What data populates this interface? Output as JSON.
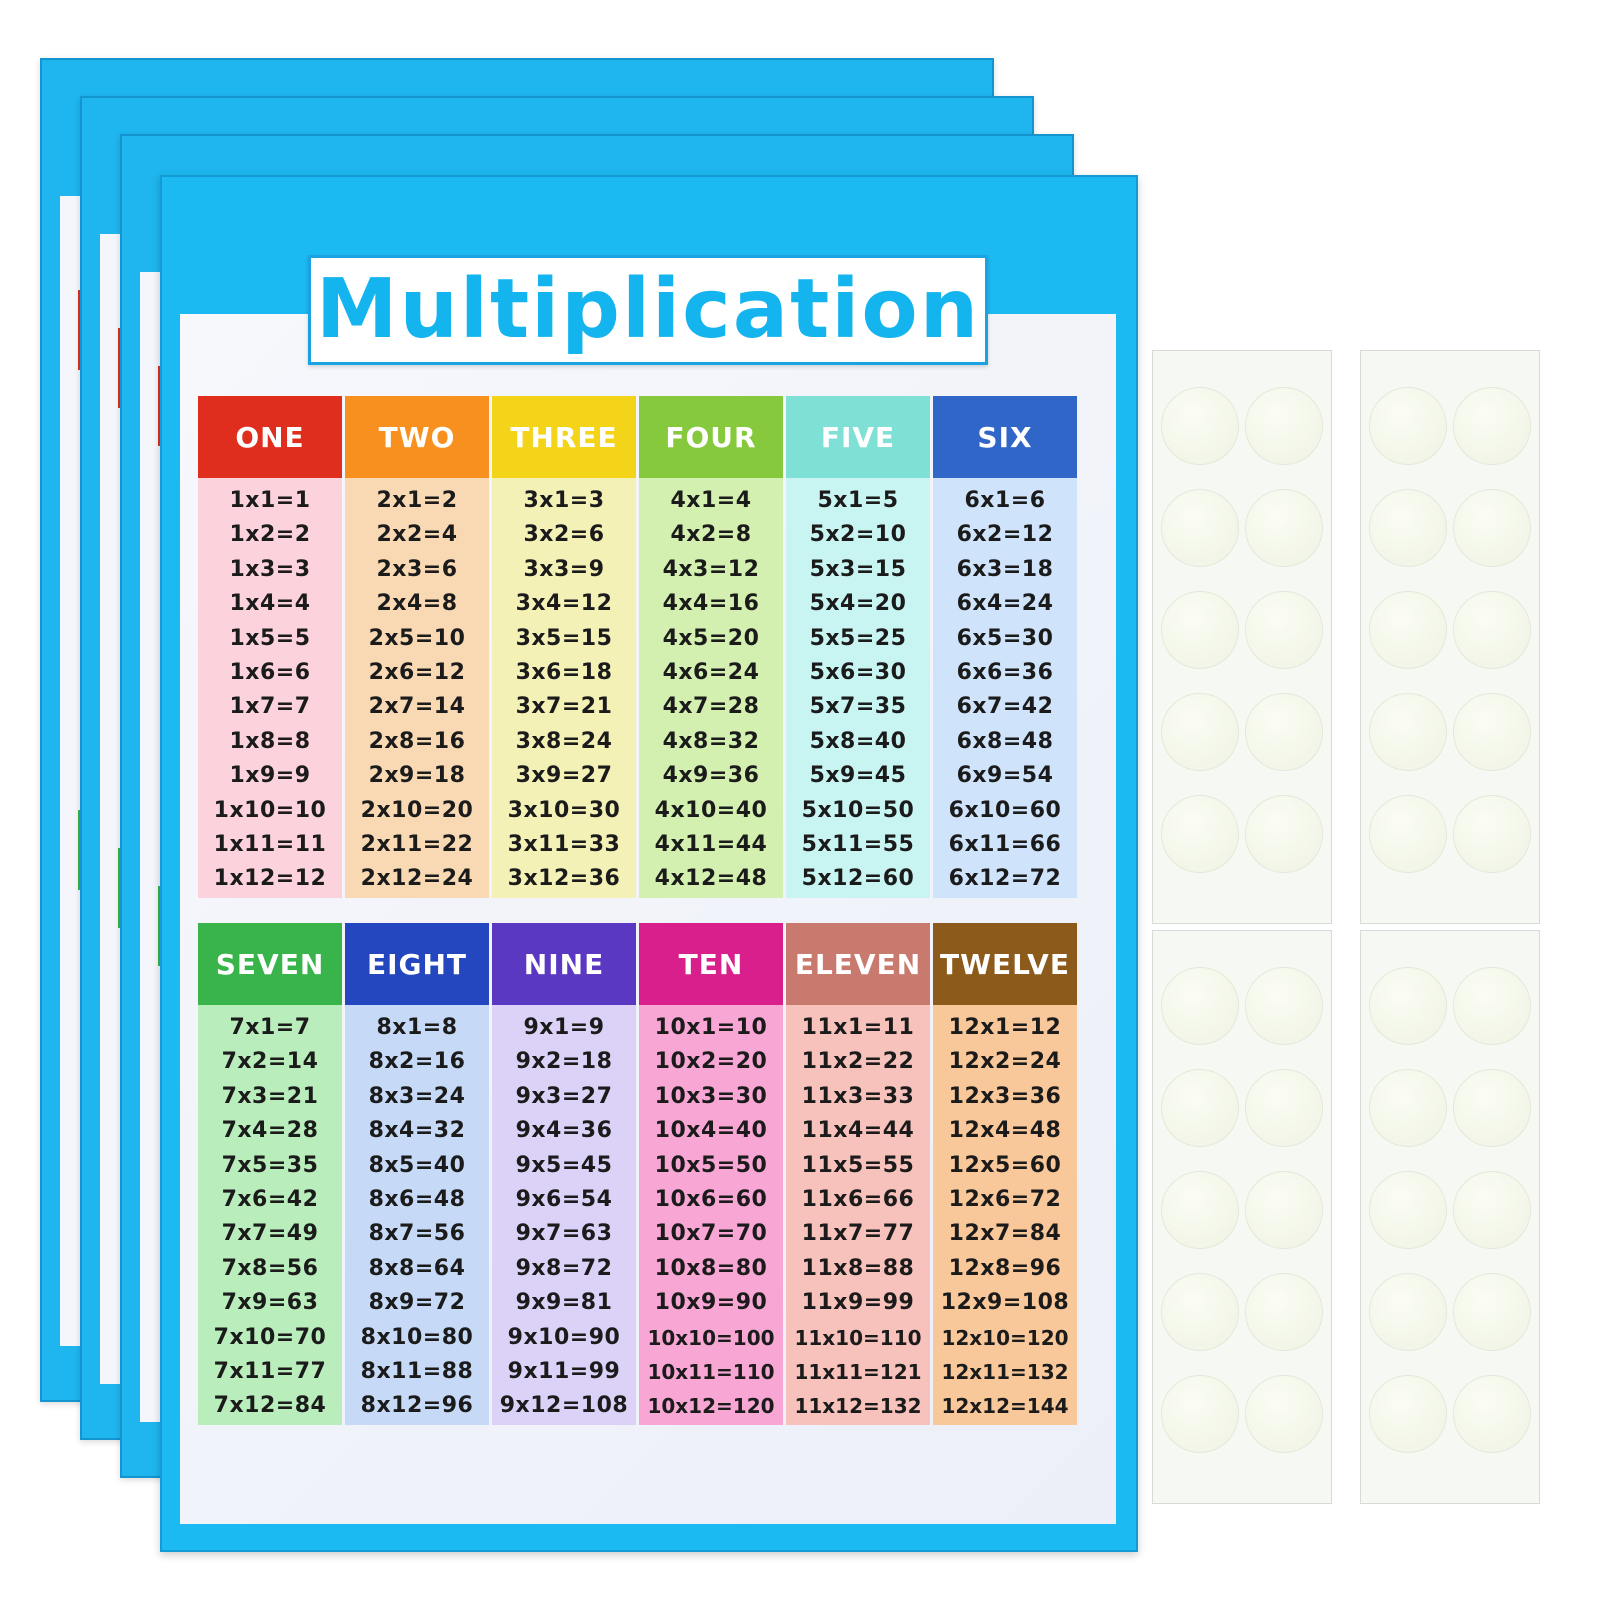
{
  "poster": {
    "title": "Multiplication",
    "title_color": "#14b4ef",
    "frame_color": "#1cbaf3",
    "tables": [
      {
        "name": "ONE",
        "head_color": "#e02e1e",
        "body_color": "#fcd3dc",
        "facts": [
          "1x1=1",
          "1x2=2",
          "1x3=3",
          "1x4=4",
          "1x5=5",
          "1x6=6",
          "1x7=7",
          "1x8=8",
          "1x9=9",
          "1x10=10",
          "1x11=11",
          "1x12=12"
        ]
      },
      {
        "name": "TWO",
        "head_color": "#f7901e",
        "body_color": "#f8d9b4",
        "facts": [
          "2x1=2",
          "2x2=4",
          "2x3=6",
          "2x4=8",
          "2x5=10",
          "2x6=12",
          "2x7=14",
          "2x8=16",
          "2x9=18",
          "2x10=20",
          "2x11=22",
          "2x12=24"
        ]
      },
      {
        "name": "THREE",
        "head_color": "#f4d419",
        "body_color": "#f4f1b6",
        "facts": [
          "3x1=3",
          "3x2=6",
          "3x3=9",
          "3x4=12",
          "3x5=15",
          "3x6=18",
          "3x7=21",
          "3x8=24",
          "3x9=27",
          "3x10=30",
          "3x11=33",
          "3x12=36"
        ]
      },
      {
        "name": "FOUR",
        "head_color": "#86c93c",
        "body_color": "#d3f0b0",
        "facts": [
          "4x1=4",
          "4x2=8",
          "4x3=12",
          "4x4=16",
          "4x5=20",
          "4x6=24",
          "4x7=28",
          "4x8=32",
          "4x9=36",
          "4x10=40",
          "4x11=44",
          "4x12=48"
        ]
      },
      {
        "name": "FIVE",
        "head_color": "#7fe0d6",
        "body_color": "#c8f4f2",
        "facts": [
          "5x1=5",
          "5x2=10",
          "5x3=15",
          "5x4=20",
          "5x5=25",
          "5x6=30",
          "5x7=35",
          "5x8=40",
          "5x9=45",
          "5x10=50",
          "5x11=55",
          "5x12=60"
        ]
      },
      {
        "name": "SIX",
        "head_color": "#2f66c8",
        "body_color": "#cfe3fb",
        "facts": [
          "6x1=6",
          "6x2=12",
          "6x3=18",
          "6x4=24",
          "6x5=30",
          "6x6=36",
          "6x7=42",
          "6x8=48",
          "6x9=54",
          "6x10=60",
          "6x11=66",
          "6x12=72"
        ]
      },
      {
        "name": "SEVEN",
        "head_color": "#38b44a",
        "body_color": "#b9eebc",
        "facts": [
          "7x1=7",
          "7x2=14",
          "7x3=21",
          "7x4=28",
          "7x5=35",
          "7x6=42",
          "7x7=49",
          "7x8=56",
          "7x9=63",
          "7x10=70",
          "7x11=77",
          "7x12=84"
        ]
      },
      {
        "name": "EIGHT",
        "head_color": "#2447c0",
        "body_color": "#c6d9f7",
        "facts": [
          "8x1=8",
          "8x2=16",
          "8x3=24",
          "8x4=32",
          "8x5=40",
          "8x6=48",
          "8x7=56",
          "8x8=64",
          "8x9=72",
          "8x10=80",
          "8x11=88",
          "8x12=96"
        ]
      },
      {
        "name": "NINE",
        "head_color": "#5a38c2",
        "body_color": "#dcd2f8",
        "facts": [
          "9x1=9",
          "9x2=18",
          "9x3=27",
          "9x4=36",
          "9x5=45",
          "9x6=54",
          "9x7=63",
          "9x8=72",
          "9x9=81",
          "9x10=90",
          "9x11=99",
          "9x12=108"
        ]
      },
      {
        "name": "TEN",
        "head_color": "#d91f8c",
        "body_color": "#f8a6d3",
        "facts": [
          "10x1=10",
          "10x2=20",
          "10x3=30",
          "10x4=40",
          "10x5=50",
          "10x6=60",
          "10x7=70",
          "10x8=80",
          "10x9=90",
          "10x10=100",
          "10x11=110",
          "10x12=120"
        ]
      },
      {
        "name": "ELEVEN",
        "head_color": "#c97a6e",
        "body_color": "#f7c2bc",
        "facts": [
          "11x1=11",
          "11x2=22",
          "11x3=33",
          "11x4=44",
          "11x5=55",
          "11x6=66",
          "11x7=77",
          "11x8=88",
          "11x9=99",
          "11x10=110",
          "11x11=121",
          "11x12=132"
        ]
      },
      {
        "name": "TWELVE",
        "head_color": "#8c5a1a",
        "body_color": "#f8c79a",
        "facts": [
          "12x1=12",
          "12x2=24",
          "12x3=36",
          "12x4=48",
          "12x5=60",
          "12x6=72",
          "12x7=84",
          "12x8=96",
          "12x9=108",
          "12x10=120",
          "12x11=132",
          "12x12=144"
        ]
      }
    ]
  },
  "back_posters": {
    "count": 3,
    "color": "#1fb5ee",
    "stripe_colors": [
      "#e02e1e",
      "#38b44a"
    ]
  },
  "sticker_sheets": {
    "count": 4,
    "dots_per_sheet": 10,
    "sheet_color": "#f6f8f4",
    "dot_color": "#f1f5e6"
  }
}
